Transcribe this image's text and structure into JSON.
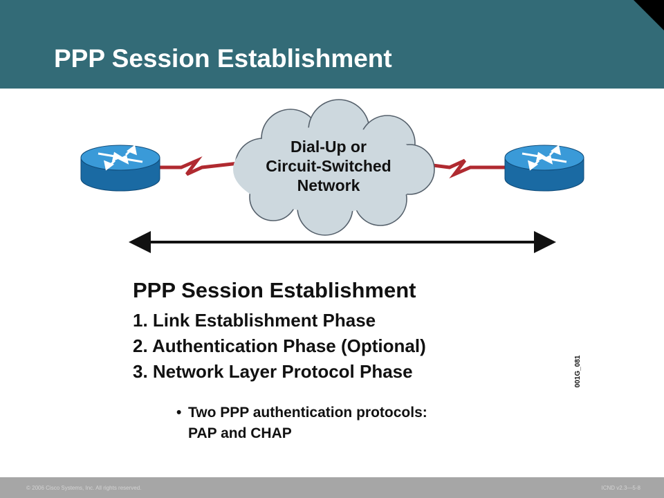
{
  "slide": {
    "title": "PPP Session Establishment"
  },
  "diagram": {
    "cloud_label_lines": [
      "Dial-Up or",
      "Circuit-Switched",
      "Network"
    ],
    "figure_id": "001G_081"
  },
  "content": {
    "heading": "PPP Session Establishment",
    "phases": [
      "1. Link Establishment Phase",
      "2. Authentication Phase (Optional)",
      "3. Network Layer Protocol Phase"
    ],
    "bullet_line1": "Two PPP authentication protocols:",
    "bullet_line2": "PAP and CHAP"
  },
  "footer": {
    "copyright": "© 2006 Cisco Systems, Inc. All rights reserved.",
    "course_id": "ICND v2.3—5-8"
  },
  "icons": {
    "left_router": "router-icon",
    "right_router": "router-icon",
    "cloud": "cloud-icon",
    "links": "serial-link-icon",
    "span_arrow": "double-arrow-icon"
  },
  "colors": {
    "header_bar": "#336b77",
    "router_blue": "#2e8ec9",
    "link_red": "#b02a30",
    "cloud_fill": "#cdd8de",
    "footer_bar": "#a6a6a6"
  }
}
